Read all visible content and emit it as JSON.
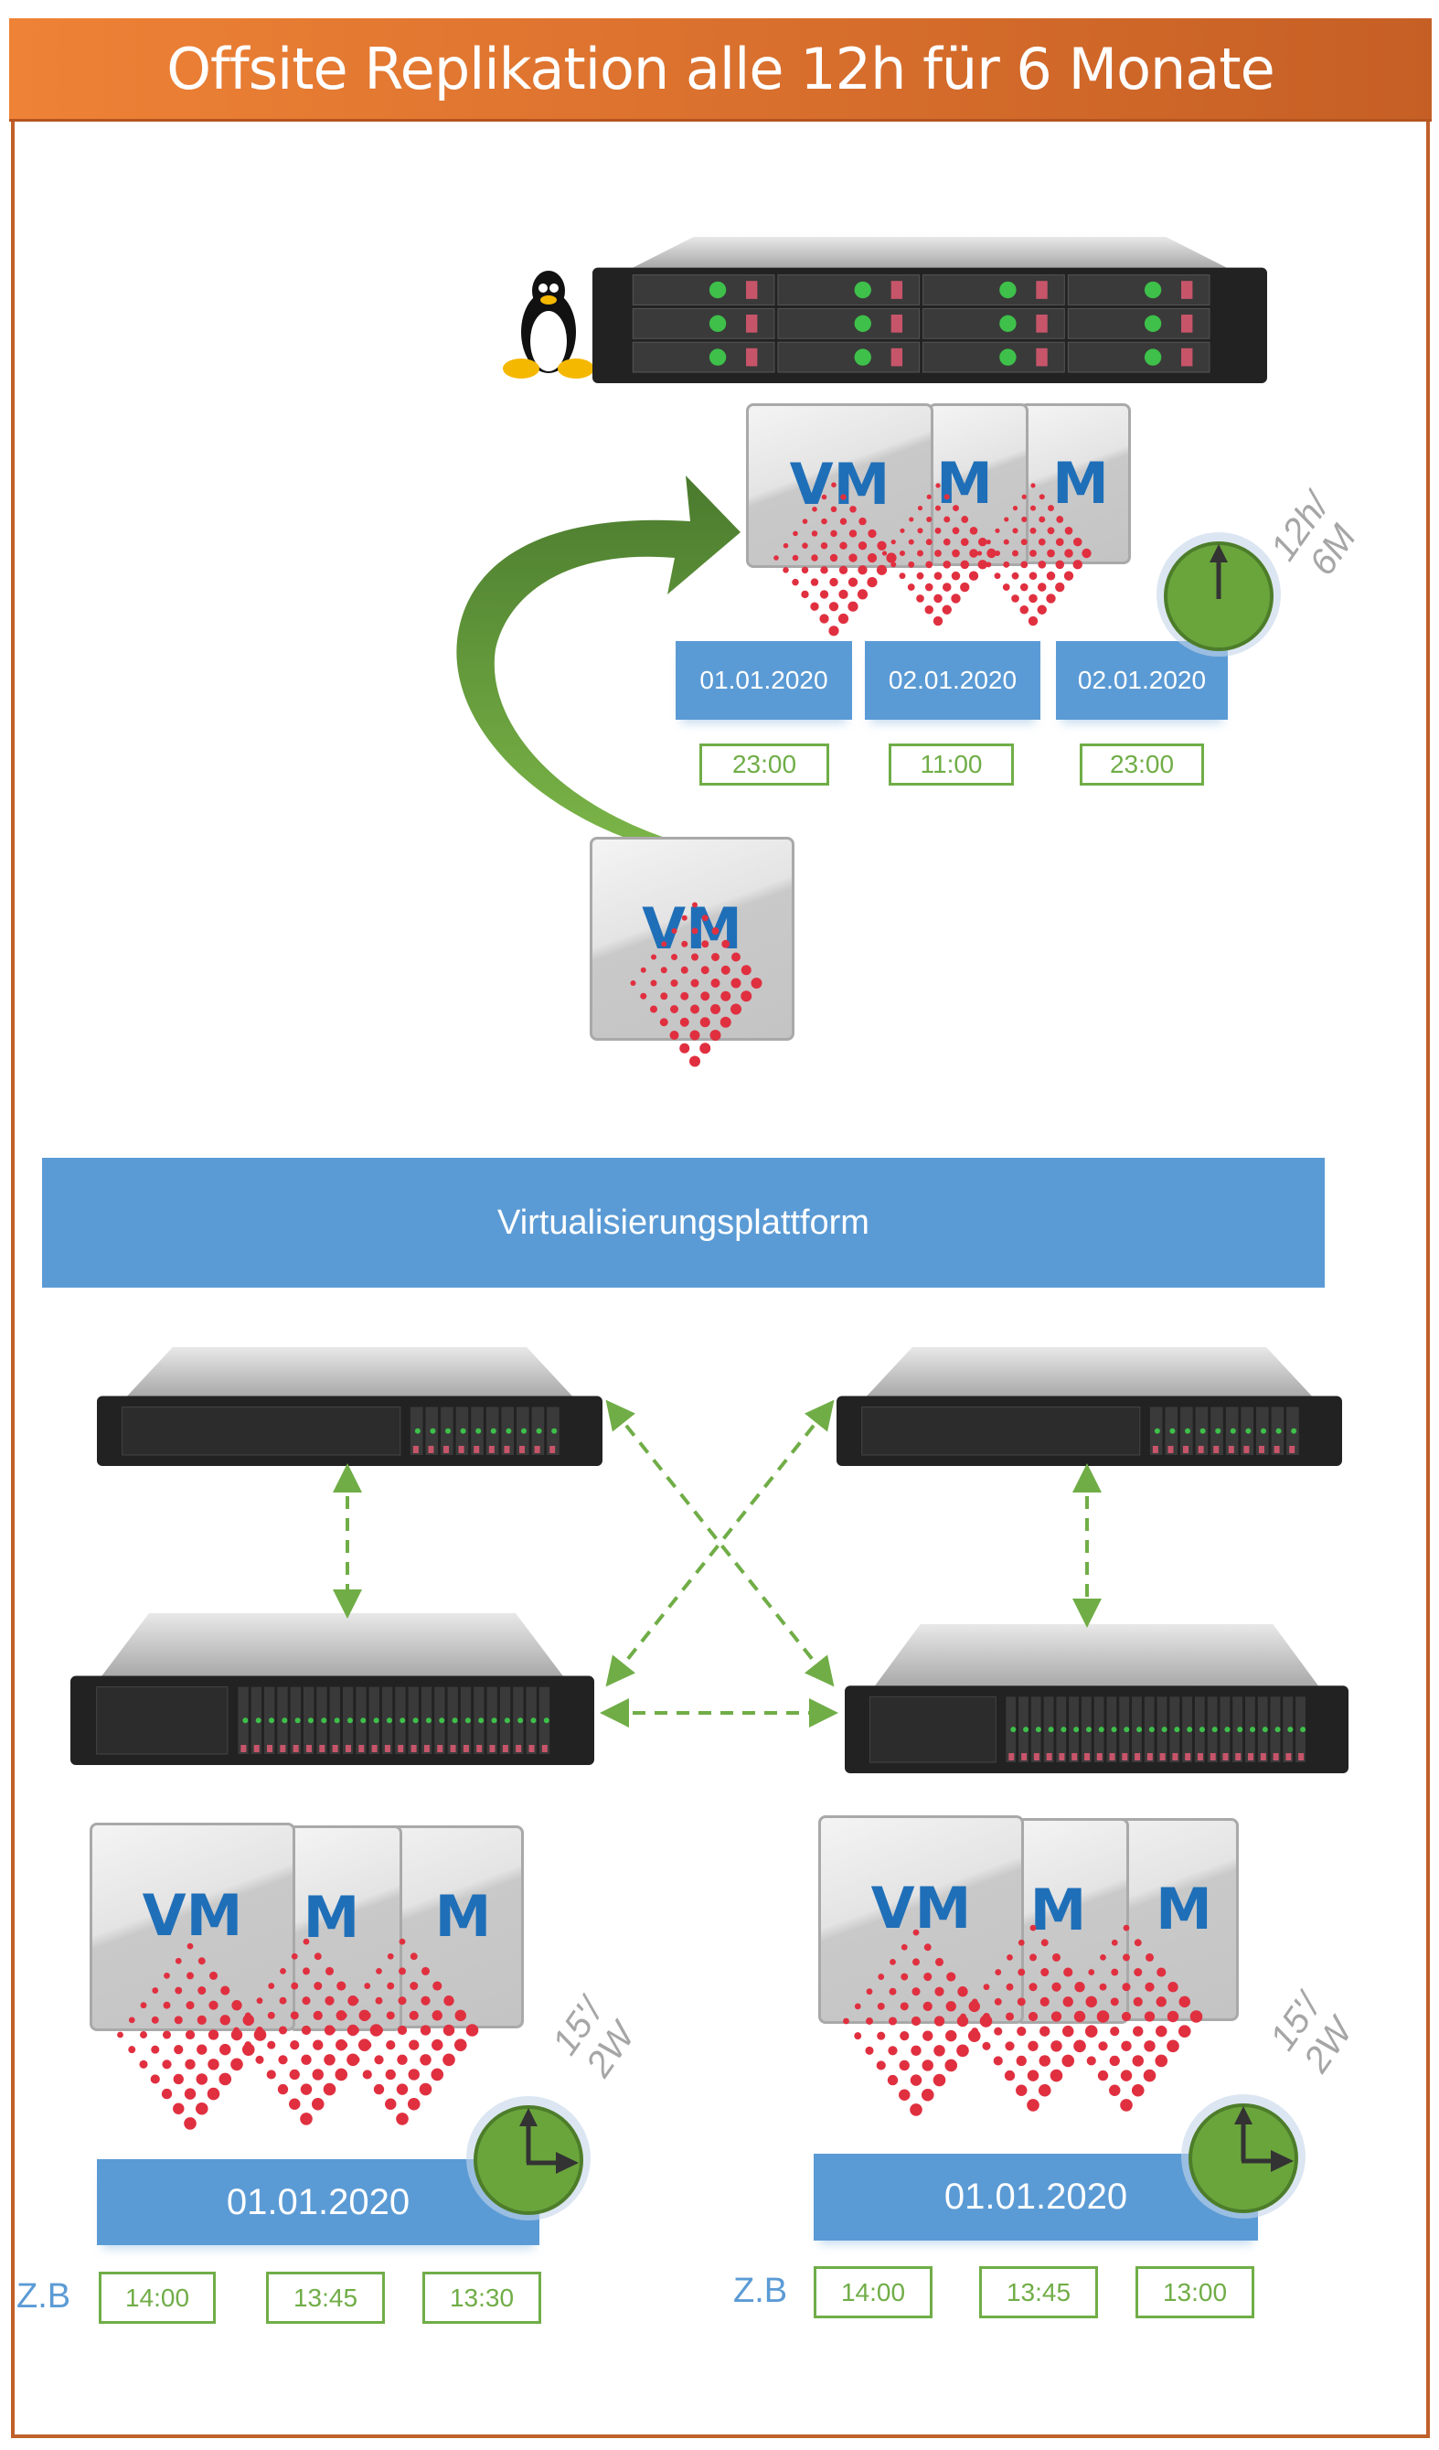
{
  "title": "Offsite Replikation alle 12h für 6 Monate",
  "colors": {
    "title_bg": "#ed7d31",
    "accent_blue": "#5b9bd5",
    "green": "#70ad47",
    "vm_text": "#1f6fb8",
    "dots": "#e03040"
  },
  "offsite": {
    "os_icon": "linux-tux-icon",
    "vm_labels": [
      "VM",
      "M",
      "M"
    ],
    "schedule": {
      "line1": "12h/",
      "line2": "6M"
    },
    "dates": [
      "01.01.2020",
      "02.01.2020",
      "02.01.2020"
    ],
    "times": [
      "23:00",
      "11:00",
      "23:00"
    ]
  },
  "source_vm": {
    "label": "VM"
  },
  "platform": {
    "label": "Virtualisierungsplattform"
  },
  "hosts": {
    "left": {
      "vm_labels": [
        "VM",
        "M",
        "M"
      ],
      "schedule": {
        "line1": "15'/",
        "line2": "2W"
      },
      "date": "01.01.2020",
      "prefix": "Z.B",
      "times": [
        "14:00",
        "13:45",
        "13:30"
      ]
    },
    "right": {
      "vm_labels": [
        "VM",
        "M",
        "M"
      ],
      "schedule": {
        "line1": "15'/",
        "line2": "2W"
      },
      "date": "01.01.2020",
      "prefix": "Z.B",
      "times": [
        "14:00",
        "13:45",
        "13:00"
      ]
    }
  }
}
